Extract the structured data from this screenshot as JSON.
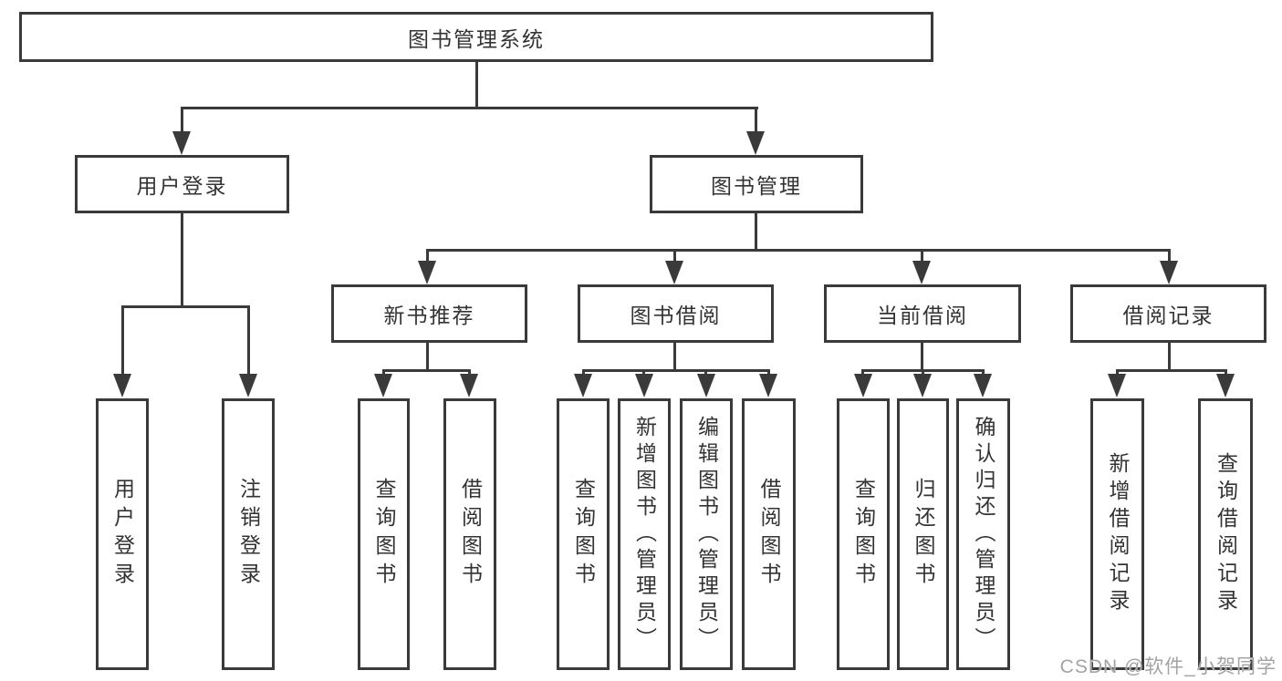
{
  "diagram": {
    "type": "hierarchy-flowchart",
    "colors": {
      "line": "#3a3a3a",
      "text": "#333333",
      "background": "#ffffff"
    },
    "watermark": "CSDN @软件_小贺同学",
    "tree": {
      "label": "图书管理系统",
      "children": [
        {
          "label": "用户登录",
          "children": [
            {
              "label": "用户登录"
            },
            {
              "label": "注销登录"
            }
          ]
        },
        {
          "label": "图书管理",
          "children": [
            {
              "label": "新书推荐",
              "children": [
                {
                  "label": "查询图书"
                },
                {
                  "label": "借阅图书"
                }
              ]
            },
            {
              "label": "图书借阅",
              "children": [
                {
                  "label": "查询图书"
                },
                {
                  "label": "新增图书（管理员）"
                },
                {
                  "label": "编辑图书（管理员）"
                },
                {
                  "label": "借阅图书"
                }
              ]
            },
            {
              "label": "当前借阅",
              "children": [
                {
                  "label": "查询图书"
                },
                {
                  "label": "归还图书"
                },
                {
                  "label": "确认归还（管理员）"
                }
              ]
            },
            {
              "label": "借阅记录",
              "children": [
                {
                  "label": "新增借阅记录"
                },
                {
                  "label": "查询借阅记录"
                }
              ]
            }
          ]
        }
      ]
    }
  }
}
